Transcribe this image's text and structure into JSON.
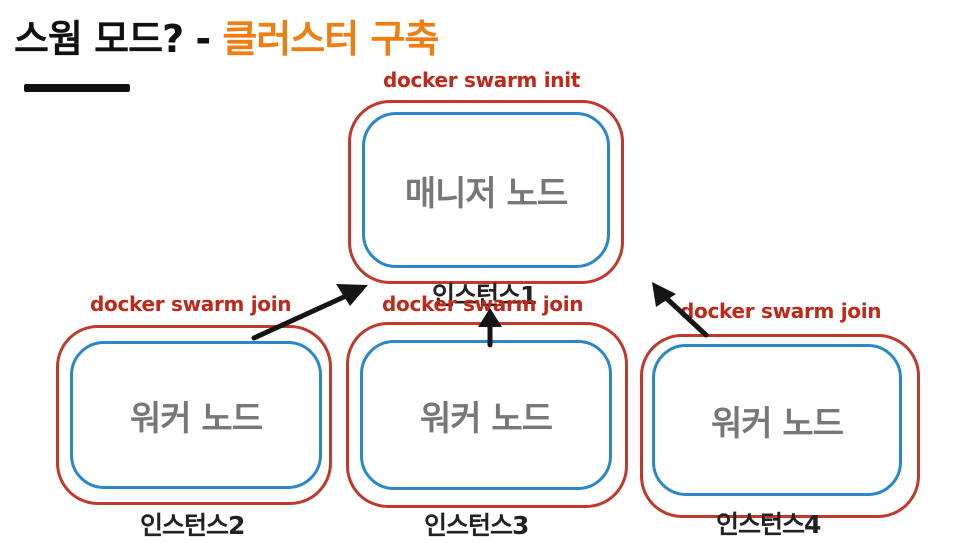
{
  "title": {
    "part1": "스웜 모드? - ",
    "part2": "클러스터 구축"
  },
  "manager": {
    "label": "매니저 노드",
    "command": "docker swarm init",
    "instance": "인스턴스1"
  },
  "workers": [
    {
      "label": "워커 노드",
      "command": "docker swarm join",
      "instance": "인스턴스2"
    },
    {
      "label": "워커 노드",
      "command": "docker swarm join",
      "instance": "인스턴스3"
    },
    {
      "label": "워커 노드",
      "command": "docker swarm join",
      "instance": "인스턴스4"
    }
  ],
  "colors": {
    "title_accent": "#f07d12",
    "outer_border": "#c0392b",
    "inner_border": "#2a87c9",
    "command_text": "#c0281a"
  }
}
